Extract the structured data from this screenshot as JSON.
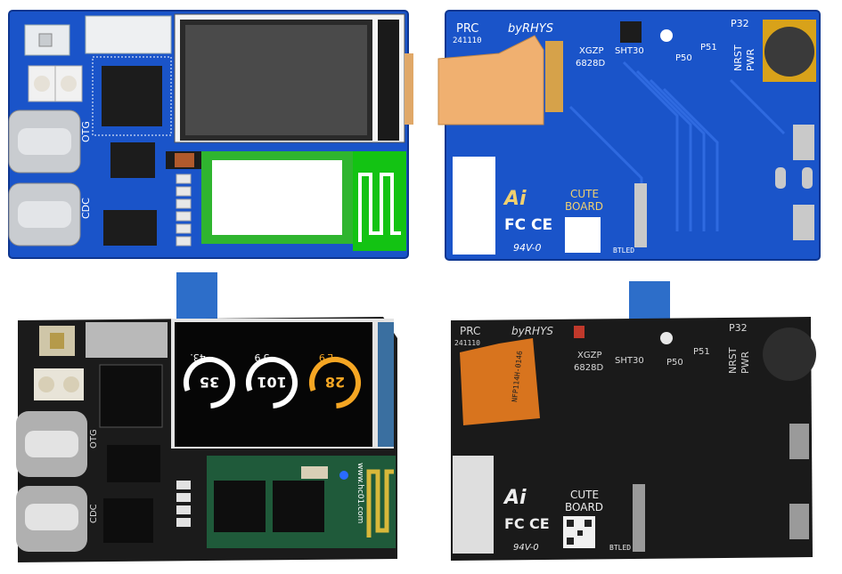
{
  "top_right_board": {
    "brand_prc": "PRC",
    "brand_by": "byRHYS",
    "date_code": "241110",
    "xgzp": "XGZP",
    "part_6828d": "6828D",
    "sht30": "SHT30",
    "p50": "P50",
    "p51": "P51",
    "p32": "P32",
    "nrst": "NRST",
    "pwr": "PWR",
    "ai_logo": "Ai",
    "cute": "CUTE",
    "board": "BOARD",
    "fc": "FC",
    "ce": "CE",
    "rating": "94V-0",
    "btled": "BTLED"
  },
  "top_left_board": {
    "otg": "OTG",
    "cdc": "CDC"
  },
  "bottom_left_board": {
    "otg": "OTG",
    "cdc": "CDC",
    "gauge1_value": "35",
    "gauge1_label": "43.",
    "gauge2_value": "101",
    "gauge2_label": "5'9",
    "gauge3_value": "28",
    "gauge3_label": "L'9",
    "url": "www.hc01.com",
    "colors": {
      "gauge1": "#ffffff",
      "gauge2": "#ffffff",
      "gauge3": "#f5a623"
    }
  },
  "bottom_right_board": {
    "brand_prc": "PRC",
    "brand_by": "byRHYS",
    "date_code": "241110",
    "xgzp": "XGZP",
    "part_6828d": "6828D",
    "sht30": "SHT30",
    "p50": "P50",
    "p51": "P51",
    "p32": "P32",
    "nrst": "NRST",
    "pwr": "PWR",
    "flex_label": "NFP114H-0146",
    "ai_logo": "Ai",
    "cute": "CUTE",
    "board": "BOARD",
    "fc": "FC",
    "ce": "CE",
    "rating": "94V-0",
    "btled": "BTLED"
  }
}
